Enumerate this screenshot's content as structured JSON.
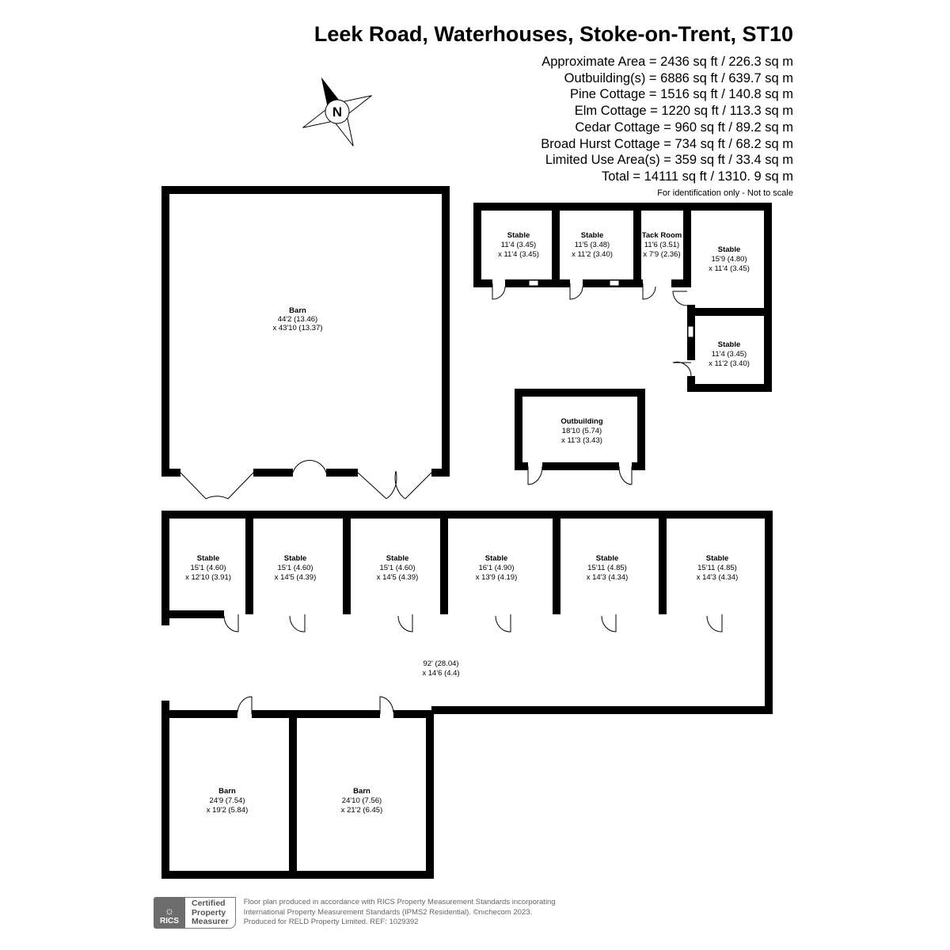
{
  "header": {
    "title": "Leek Road, Waterhouses, Stoke-on-Trent, ST10",
    "areas": [
      "Approximate Area = 2436 sq ft / 226.3 sq m",
      "Outbuilding(s) = 6886 sq ft / 639.7 sq m",
      "Pine Cottage = 1516 sq ft / 140.8 sq m",
      "Elm Cottage = 1220 sq ft / 113.3 sq m",
      "Cedar Cottage = 960 sq ft / 89.2 sq m",
      "Broad Hurst Cottage = 734 sq ft / 68.2 sq m",
      "Limited Use Area(s) = 359 sq ft / 33.4 sq m",
      "Total = 14111 sq ft / 1310. 9 sq m"
    ],
    "note": "For identification only - Not to scale"
  },
  "compass": {
    "label": "N"
  },
  "rooms": {
    "barn_main": {
      "name": "Barn",
      "d1": "44'2 (13.46)",
      "d2": "x 43'10 (13.37)"
    },
    "stable_a": {
      "name": "Stable",
      "d1": "11'4 (3.45)",
      "d2": "x 11'4 (3.45)"
    },
    "stable_b": {
      "name": "Stable",
      "d1": "11'5 (3.48)",
      "d2": "x 11'2 (3.40)"
    },
    "tack": {
      "name": "Tack Room",
      "d1": "11'6 (3.51)",
      "d2": "x 7'9 (2.36)"
    },
    "stable_c": {
      "name": "Stable",
      "d1": "15'9 (4.80)",
      "d2": "x 11'4 (3.45)"
    },
    "stable_d": {
      "name": "Stable",
      "d1": "11'4 (3.45)",
      "d2": "x 11'2 (3.40)"
    },
    "outbuilding": {
      "name": "Outbuilding",
      "d1": "18'10 (5.74)",
      "d2": "x 11'3 (3.43)"
    },
    "row": [
      {
        "name": "Stable",
        "d1": "15'1 (4.60)",
        "d2": "x 12'10 (3.91)"
      },
      {
        "name": "Stable",
        "d1": "15'1 (4.60)",
        "d2": "x 14'5 (4.39)"
      },
      {
        "name": "Stable",
        "d1": "15'1 (4.60)",
        "d2": "x 14'5 (4.39)"
      },
      {
        "name": "Stable",
        "d1": "16'1 (4.90)",
        "d2": "x 13'9 (4.19)"
      },
      {
        "name": "Stable",
        "d1": "15'11 (4.85)",
        "d2": "x 14'3 (4.34)"
      },
      {
        "name": "Stable",
        "d1": "15'11 (4.85)",
        "d2": "x 14'3 (4.34)"
      }
    ],
    "corridor": {
      "d1": "92' (28.04)",
      "d2": "x 14'6 (4.4)"
    },
    "barn_left": {
      "name": "Barn",
      "d1": "24'9 (7.54)",
      "d2": "x 19'2 (5.84)"
    },
    "barn_right": {
      "name": "Barn",
      "d1": "24'10 (7.56)",
      "d2": "x 21'2 (6.45)"
    }
  },
  "footer": {
    "rics": "RICS",
    "cert": [
      "Certified",
      "Property",
      "Measurer"
    ],
    "lines": [
      "Floor plan produced in accordance with RICS Property Measurement Standards incorporating",
      "International Property Measurement Standards (IPMS2 Residential).   ©nıchecom 2023.",
      "Produced for RELD Property Limited.    REF:  1029392"
    ]
  }
}
